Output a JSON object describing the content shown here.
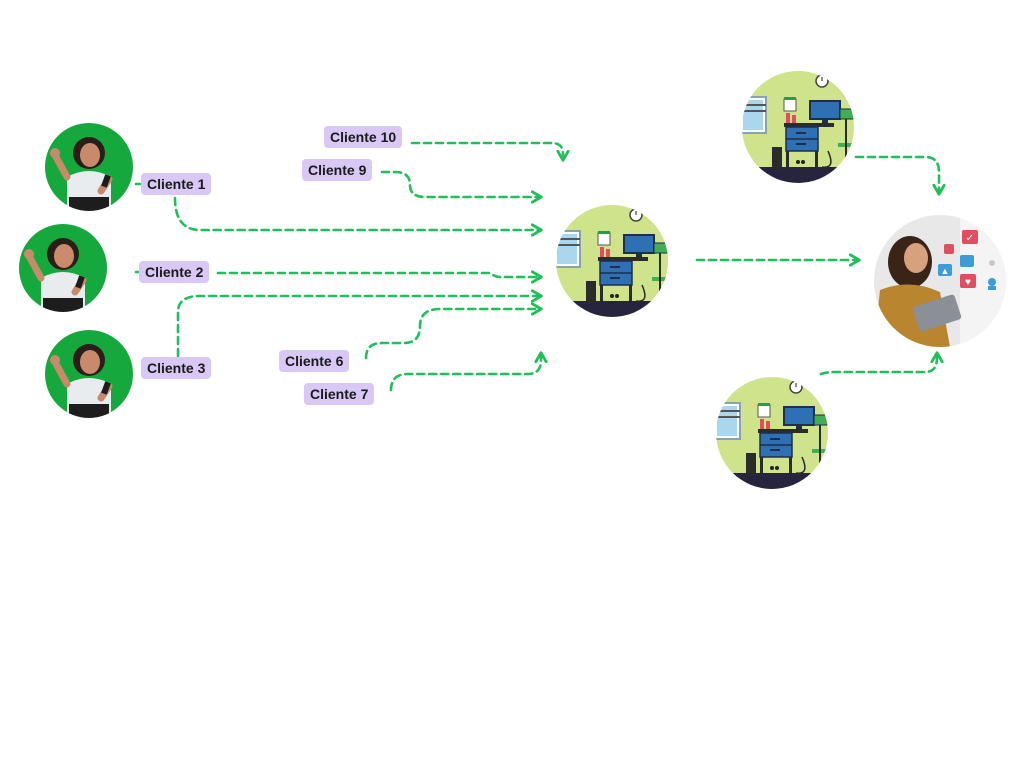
{
  "labels": {
    "c1": "Cliente 1",
    "c2": "Cliente 2",
    "c3": "Cliente 3",
    "c6": "Cliente 6",
    "c7": "Cliente 7",
    "c9": "Cliente 9",
    "c10": "Cliente 10"
  },
  "colors": {
    "arrow": "#1fbf5a",
    "label_bg": "#d9c8f5",
    "avatar_bg": "#15a83c",
    "desk_bg": "#cfe38a",
    "desk_blue": "#2f6fb3",
    "floor": "#26253d"
  },
  "icons": [
    "client-avatar",
    "office-desk",
    "woman-tablet-social",
    "like-icon",
    "heart-icon",
    "bell-icon",
    "user-icon",
    "location-icon",
    "wifi-icon"
  ]
}
